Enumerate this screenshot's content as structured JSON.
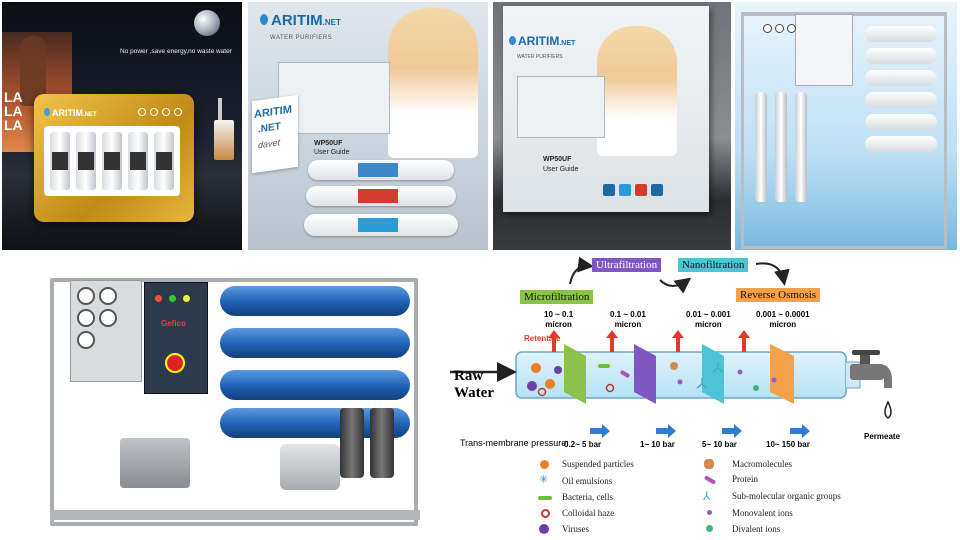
{
  "panels": {
    "dispenser": {
      "tagline": "No power ,save energy,no waste water",
      "brand": "ARITIM",
      "brand_suffix": ".NET"
    },
    "box_open": {
      "brand": "ARITIM",
      "brand_suffix": ".NET",
      "brand_sub": "WATER PURIFIERS",
      "model": "WP50UF",
      "guide": "User Guide",
      "flag_brand": "ARITIM",
      "flag_suffix": ".NET",
      "flag_sub": "davet"
    },
    "box_closed": {
      "brand": "ARITIM",
      "brand_suffix": ".NET",
      "brand_sub": "WATER PURIFIERS",
      "model": "WP50UF",
      "guide": "User Guide"
    },
    "skid": {
      "panel_label": "Gefico"
    }
  },
  "diagram": {
    "stages": [
      {
        "name": "Microfiltration",
        "range": "10 ~ 0.1",
        "unit": "micron",
        "color": "#8bc34a"
      },
      {
        "name": "Ultrafiltration",
        "range": "0.1 ~ 0.01",
        "unit": "micron",
        "color": "#7e57c2"
      },
      {
        "name": "Nanofiltration",
        "range": "0.01 ~ 0.001",
        "unit": "micron",
        "color": "#4fc3d6"
      },
      {
        "name": "Reverse Osmosis",
        "range": "0.001 ~ 0.0001",
        "unit": "micron",
        "color": "#f5a04a"
      }
    ],
    "raw_water_line1": "Raw",
    "raw_water_line2": "Water",
    "retentate": "Retentate",
    "permeate": "Permeate",
    "pressure_label": "Trans-membrane pressure:",
    "pressures": [
      "0.2~ 5 bar",
      "1~ 10 bar",
      "5~ 10 bar",
      "10~ 150 bar"
    ],
    "legend": [
      {
        "label": "Suspended particles",
        "icon": "orange-sphere-icon"
      },
      {
        "label": "Macromolecules",
        "icon": "macromolecule-icon"
      },
      {
        "label": "Oil emulsions",
        "icon": "star-burst-icon"
      },
      {
        "label": "Protein",
        "icon": "protein-icon"
      },
      {
        "label": "Bacteria, cells",
        "icon": "bacteria-icon"
      },
      {
        "label": "Sub-molecular organic groups",
        "icon": "tripod-icon"
      },
      {
        "label": "Colloidal haze",
        "icon": "ring-icon"
      },
      {
        "label": "Monovalent ions",
        "icon": "small-purple-dot-icon"
      },
      {
        "label": "Viruses",
        "icon": "purple-sphere-icon"
      },
      {
        "label": "Divalent ions",
        "icon": "green-dot-icon"
      }
    ]
  }
}
